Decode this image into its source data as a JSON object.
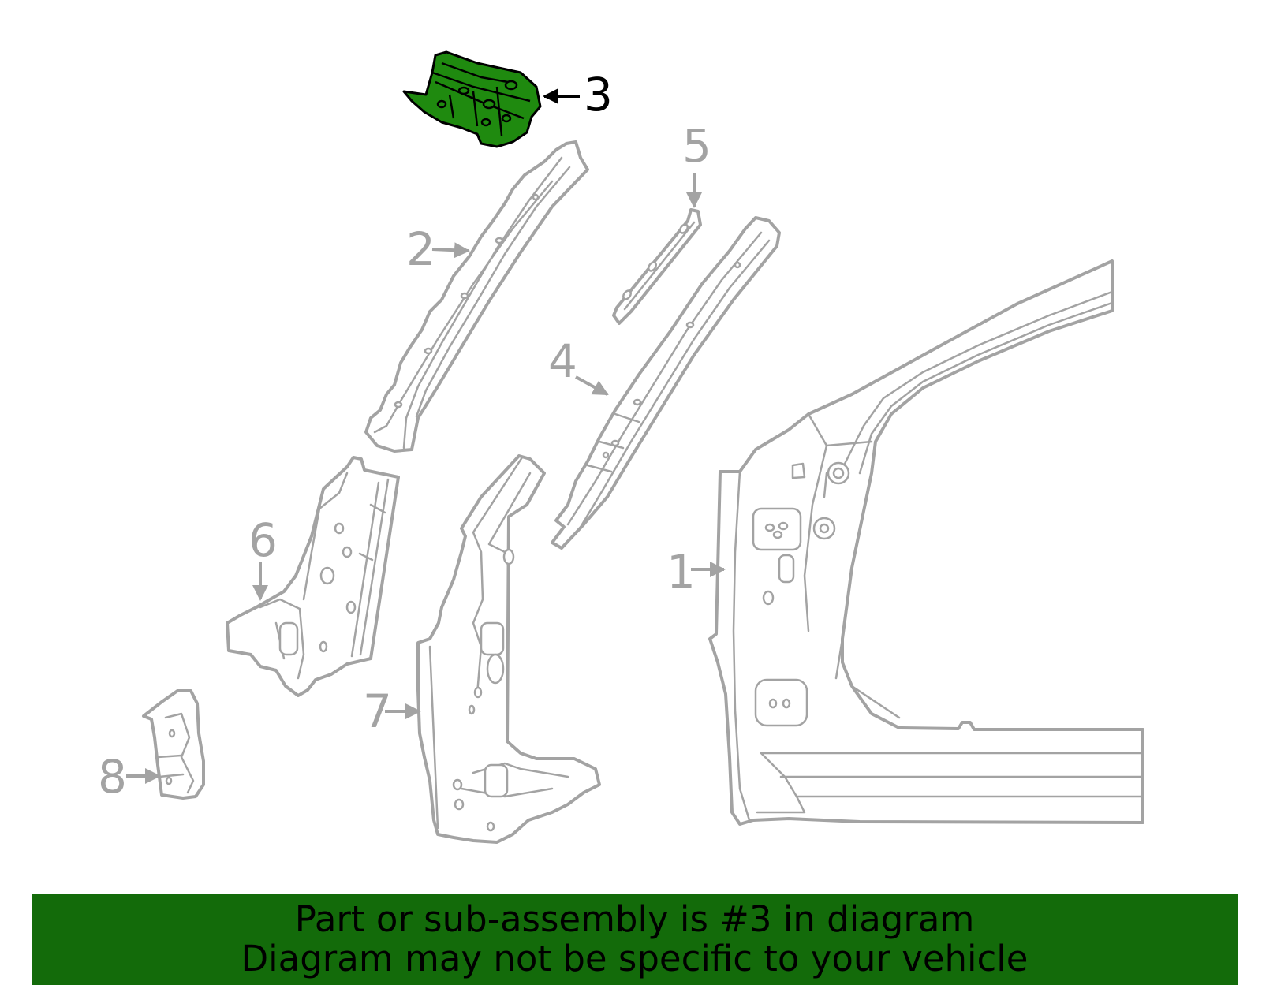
{
  "diagram": {
    "callouts": [
      "1",
      "2",
      "3",
      "4",
      "5",
      "6",
      "7",
      "8"
    ],
    "highlighted_part": "3",
    "colors": {
      "highlight_fill": "#1f8a0f",
      "banner": "#136b0a",
      "line": "#a3a3a3"
    }
  },
  "banner": {
    "line1": "Part or sub-assembly is #3 in diagram",
    "line2": "Diagram may not be specific to your vehicle"
  }
}
